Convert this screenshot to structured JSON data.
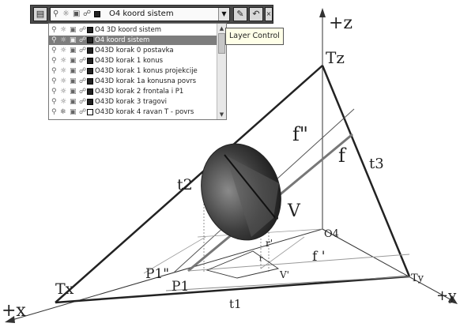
{
  "toolbar": {
    "current_layer": "O4 koord sistem",
    "current_color": "#222222",
    "buttons": [
      "layer-properties-icon",
      "make-current-icon",
      "previous-layer-icon",
      "close-icon"
    ]
  },
  "layer_list": {
    "items": [
      {
        "name": "O4 3D koord sistem",
        "color": "#222222",
        "selected": false
      },
      {
        "name": "O4 koord sistem",
        "color": "#222222",
        "selected": true
      },
      {
        "name": "O43D korak 0 postavka",
        "color": "#222222",
        "selected": false
      },
      {
        "name": "O43D korak 1 konus",
        "color": "#222222",
        "selected": false
      },
      {
        "name": "O43D korak 1 konus projekcije",
        "color": "#222222",
        "selected": false
      },
      {
        "name": "O43D korak 1a konusna povrs",
        "color": "#222222",
        "selected": false
      },
      {
        "name": "O43D korak 2 frontala i P1",
        "color": "#222222",
        "selected": false
      },
      {
        "name": "O43D korak 3 tragovi",
        "color": "#222222",
        "selected": false
      },
      {
        "name": "O43D korak 4 ravan T - povrs",
        "color": "#ffffff",
        "selected": false
      }
    ]
  },
  "tooltip": {
    "text": "Layer Control"
  },
  "drawing": {
    "labels": {
      "z_axis": "+z",
      "x_axis": "+x",
      "y_axis": "+y",
      "tz": "Tz",
      "tx": "Tx",
      "ty": "Ty",
      "origin": "O4",
      "t2": "t2",
      "t3": "t3",
      "t1": "t1",
      "f_double": "f\"",
      "f": "f",
      "f_single": "f '",
      "v": "V",
      "v_single": "V'",
      "v_top": "r'",
      "r_label": "r",
      "p1_double": "P1\"",
      "p1": "P1"
    }
  }
}
